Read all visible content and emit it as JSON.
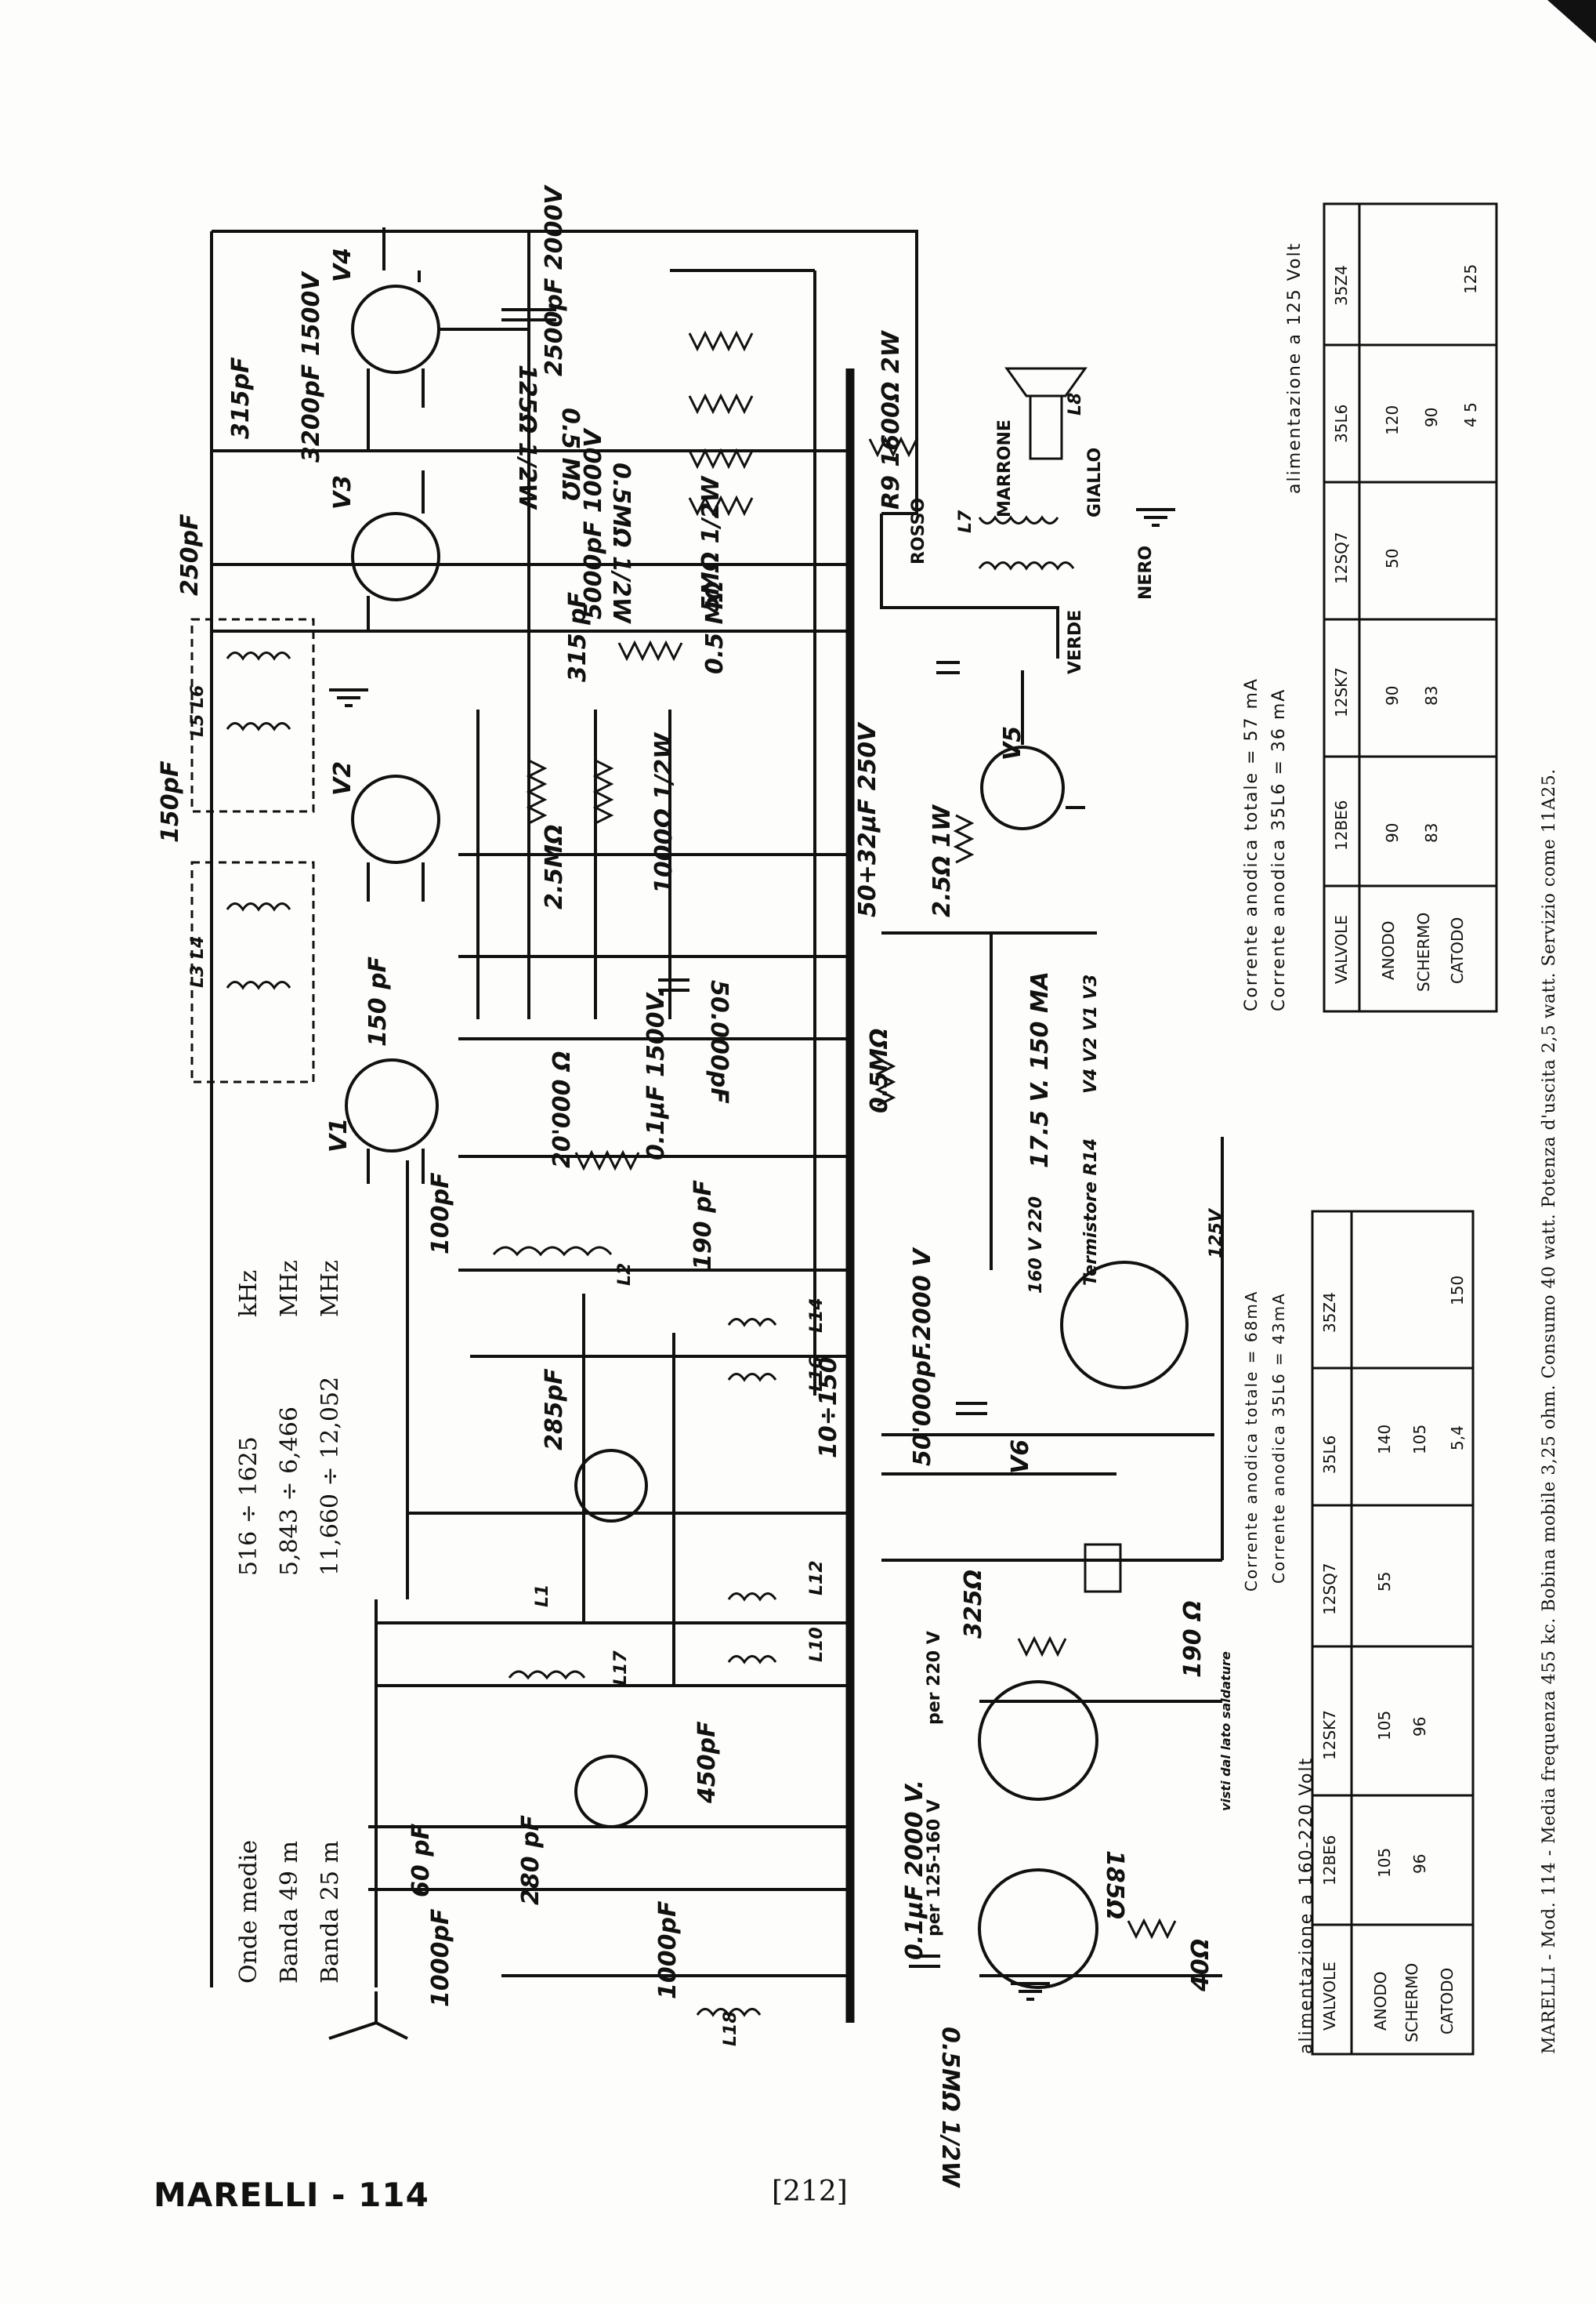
{
  "footer": {
    "title": "MARELLI - 114",
    "page": "[212]"
  },
  "caption": "MARELLI - Mod. 114 - Media frequenza 455 kc. Bobina mobile 3,25 ohm. Consumo 40 watt. Potenza d'uscita 2,5 watt. Servizio come 11A25.",
  "bands": [
    {
      "name": "Onde medie",
      "range": "516 ÷ 1625",
      "unit": "kHz"
    },
    {
      "name": "Banda 49 m",
      "range": "5,843 ÷ 6,466",
      "unit": "MHz"
    },
    {
      "name": "Banda 25 m",
      "range": "11,660 ÷ 12,052",
      "unit": "MHz"
    }
  ],
  "tubes": [
    "V1",
    "V2",
    "V3",
    "V4",
    "V5",
    "V6"
  ],
  "components": {
    "c_2500": "2500pF 2000V",
    "c_3200": "3200pF 1500V",
    "c_315": "315pF",
    "c_250": "250pF",
    "c_150a": "150pF",
    "c_150b": "150 pF",
    "r_125": "125Ω 1/2W",
    "r_05a": "0.5 MΩ",
    "r_05b": "0.5MΩ 1/2W",
    "c_5000": "5000pF 1000V",
    "c_315b": "315 pF",
    "r_5m": "5MΩ 1/2W",
    "r_05c": "0.5 MΩ",
    "r_1600": "R9 1600Ω 2W",
    "r_25m": "2.5MΩ",
    "r_1000": "1000Ω 1/2W",
    "c_5032": "50+32μF 250V",
    "c_50000": "50.000pF",
    "r_25": "2.5Ω 1W",
    "r_05d": "0.5MΩ",
    "r_20000": "20'000 Ω",
    "c_01": "0.1μF 1500V.",
    "c_100": "100pF",
    "c_190": "190 pF",
    "c_50000b": "50'000pF.2000 V",
    "c_285": "285pF",
    "c_10": "10÷150",
    "c_450": "450pF",
    "c_60": "60 pF",
    "c_280": "280 pF",
    "c_1000a": "1000pF",
    "c_1000b": "1000pF",
    "c_01b": "0.1μF 2000 V.",
    "r_05e": "0.5MΩ 1/2W",
    "r_325": "325Ω",
    "r_190": "190 Ω",
    "r_185": "185Ω",
    "r_40": "40Ω",
    "heater": "17.5 V. 150 MA",
    "heater_tubes": "V4 V2 V1 V3",
    "termistore": "Termistore R14",
    "v_160": "160 V 220",
    "v_125": "125V",
    "per_220": "per 220 V",
    "per_125": "per 125-160 V",
    "visti": "visti dal lato saldature",
    "coils": [
      "L1",
      "L2",
      "L3 L4",
      "L5 L6",
      "L7",
      "L8",
      "L10",
      "L12",
      "L14",
      "L16",
      "L17",
      "L18"
    ],
    "wires": [
      "ROSSO",
      "MARRONE",
      "GIALLO",
      "VERDE",
      "NERO"
    ]
  },
  "table_125": {
    "title": "alimentazione a 125 Volt",
    "current_total": "Corrente anodica totale = 57 mA",
    "current_35l6": "Corrente anodica 35L6 = 36 mA",
    "headers": [
      "VALVOLE",
      "12BE6",
      "12SK7",
      "12SQ7",
      "35L6",
      "35Z4"
    ],
    "rows": [
      [
        "ANODO",
        "90",
        "90",
        "50",
        "120",
        ""
      ],
      [
        "SCHERMO",
        "83",
        "83",
        "",
        "90",
        ""
      ],
      [
        "CATODO",
        "",
        "",
        "",
        "4 5",
        "125"
      ]
    ]
  },
  "table_220": {
    "title": "alimentazione a 160-220 Volt",
    "current_total": "Corrente anodica totale = 68mA",
    "current_35l6": "Corrente anodica 35L6 = 43mA",
    "headers": [
      "VALVOLE",
      "12BE6",
      "12SK7",
      "12SQ7",
      "35L6",
      "35Z4"
    ],
    "rows": [
      [
        "ANODO",
        "105",
        "105",
        "55",
        "140",
        ""
      ],
      [
        "SCHERMO",
        "96",
        "96",
        "",
        "105",
        ""
      ],
      [
        "CATODO",
        "",
        "",
        "",
        "5,4",
        "150"
      ]
    ]
  }
}
